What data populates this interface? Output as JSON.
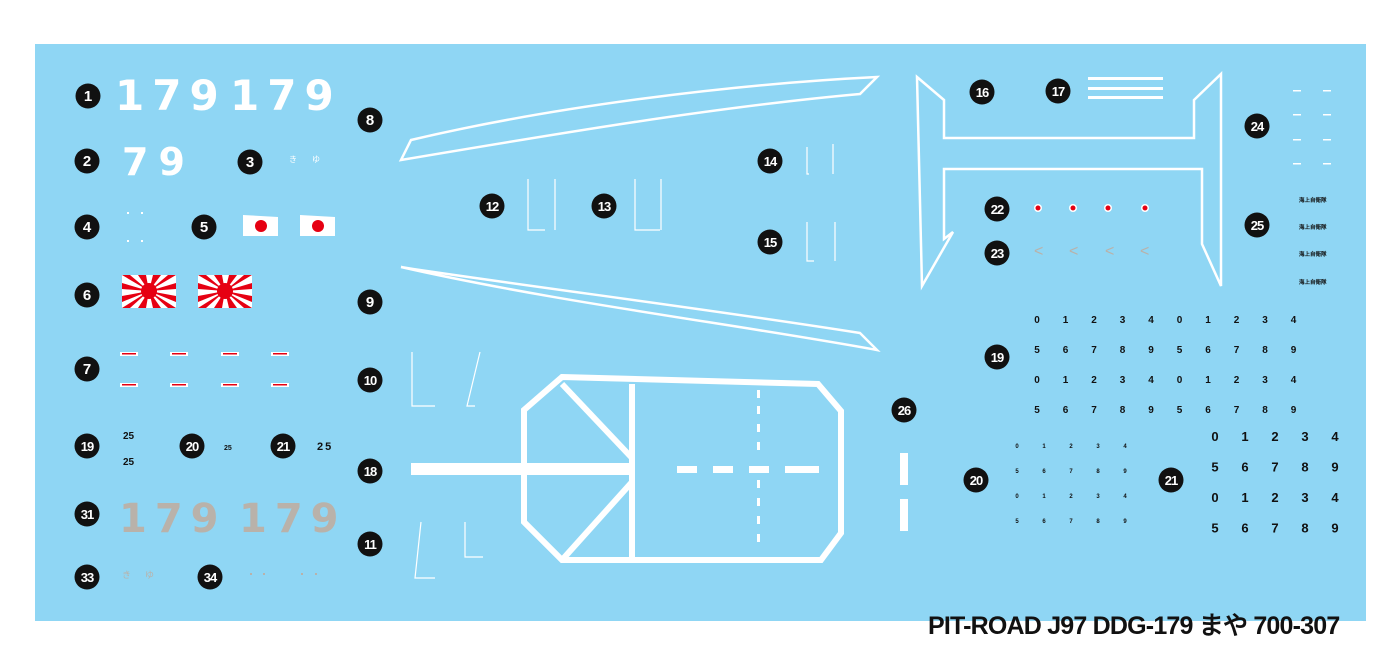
{
  "sheet": {
    "title": "PIT-ROAD J97 DDG-179 まや 700-307",
    "background_color": "#8fd6f4"
  },
  "hull_number": "179",
  "short_number": "79",
  "small_number": "25",
  "digits_a": [
    "0",
    "1",
    "2",
    "3",
    "4",
    "5",
    "6",
    "7",
    "8",
    "9"
  ],
  "digits_b": [
    "0",
    "1",
    "2",
    "3",
    "4",
    "5",
    "6",
    "7",
    "8",
    "9"
  ],
  "dots_label": "·",
  "chevron": "<",
  "jmsdf_label": "海上自衛隊",
  "badges": {
    "b1": "1",
    "b2": "2",
    "b3": "3",
    "b4": "4",
    "b5": "5",
    "b6": "6",
    "b7": "7",
    "b8": "8",
    "b9": "9",
    "b10": "10",
    "b11": "11",
    "b12": "12",
    "b13": "13",
    "b14": "14",
    "b15": "15",
    "b16": "16",
    "b17": "17",
    "b18": "18",
    "b19": "19",
    "b20": "20",
    "b21": "21",
    "b22": "22",
    "b23": "23",
    "b24": "24",
    "b25": "25",
    "b26": "26",
    "b31": "31",
    "b33": "33",
    "b34": "34"
  },
  "colors": {
    "decal_white": "#ffffff",
    "grey_decal": "#b9b2aa",
    "flag_red": "#e60012",
    "badge_black": "#111111"
  }
}
